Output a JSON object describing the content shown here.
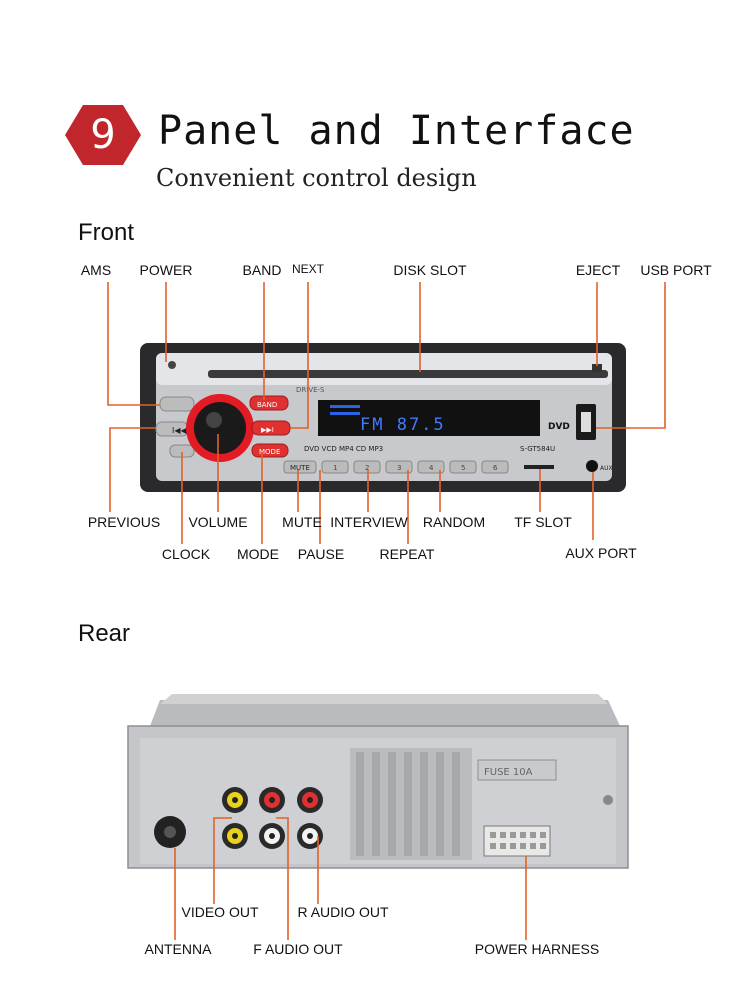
{
  "header": {
    "badge_number": "9",
    "title": "Panel and Interface",
    "subtitle": "Convenient control design",
    "badge_color": "#c0262c"
  },
  "sections": {
    "front": "Front",
    "rear": "Rear"
  },
  "front_labels": {
    "ams": "AMS",
    "power": "POWER",
    "band": "BAND",
    "next": "NEXT",
    "disk_slot": "DISK SLOT",
    "eject": "EJECT",
    "usb_port": "USB PORT",
    "previous": "PREVIOUS",
    "volume": "VOLUME",
    "mute": "MUTE",
    "interview": "INTERVIEW",
    "random": "RANDOM",
    "tf_slot": "TF SLOT",
    "clock": "CLOCK",
    "mode": "MODE",
    "pause": "PAUSE",
    "repeat": "REPEAT",
    "aux_port": "AUX PORT"
  },
  "device_text": {
    "display": "FM 87.5",
    "brand": "DRIVE-S",
    "model": "S-GT584U",
    "formats": "DVD VCD MP4 CD MP3",
    "dvd_logo": "DVD",
    "band_btn": "BAND",
    "mode_btn": "MODE",
    "mute_btn": "MUTE",
    "next_btn": "▶▶I",
    "prev_btn": "I◀◀",
    "preset_1": "1",
    "preset_2": "2",
    "preset_3": "3",
    "preset_4": "4",
    "preset_5": "5",
    "preset_6": "6",
    "aux_jack": "AUX"
  },
  "rear_labels": {
    "video_out": "VIDEO OUT",
    "r_audio_out": "R AUDIO OUT",
    "antenna": "ANTENNA",
    "f_audio_out": "F AUDIO OUT",
    "power_harness": "POWER HARNESS"
  },
  "rear_text": {
    "fuse": "FUSE 10A"
  },
  "colors": {
    "leader_line": "#e0622a",
    "lcd": "#2a63e8",
    "button_red": "#d8202a"
  }
}
